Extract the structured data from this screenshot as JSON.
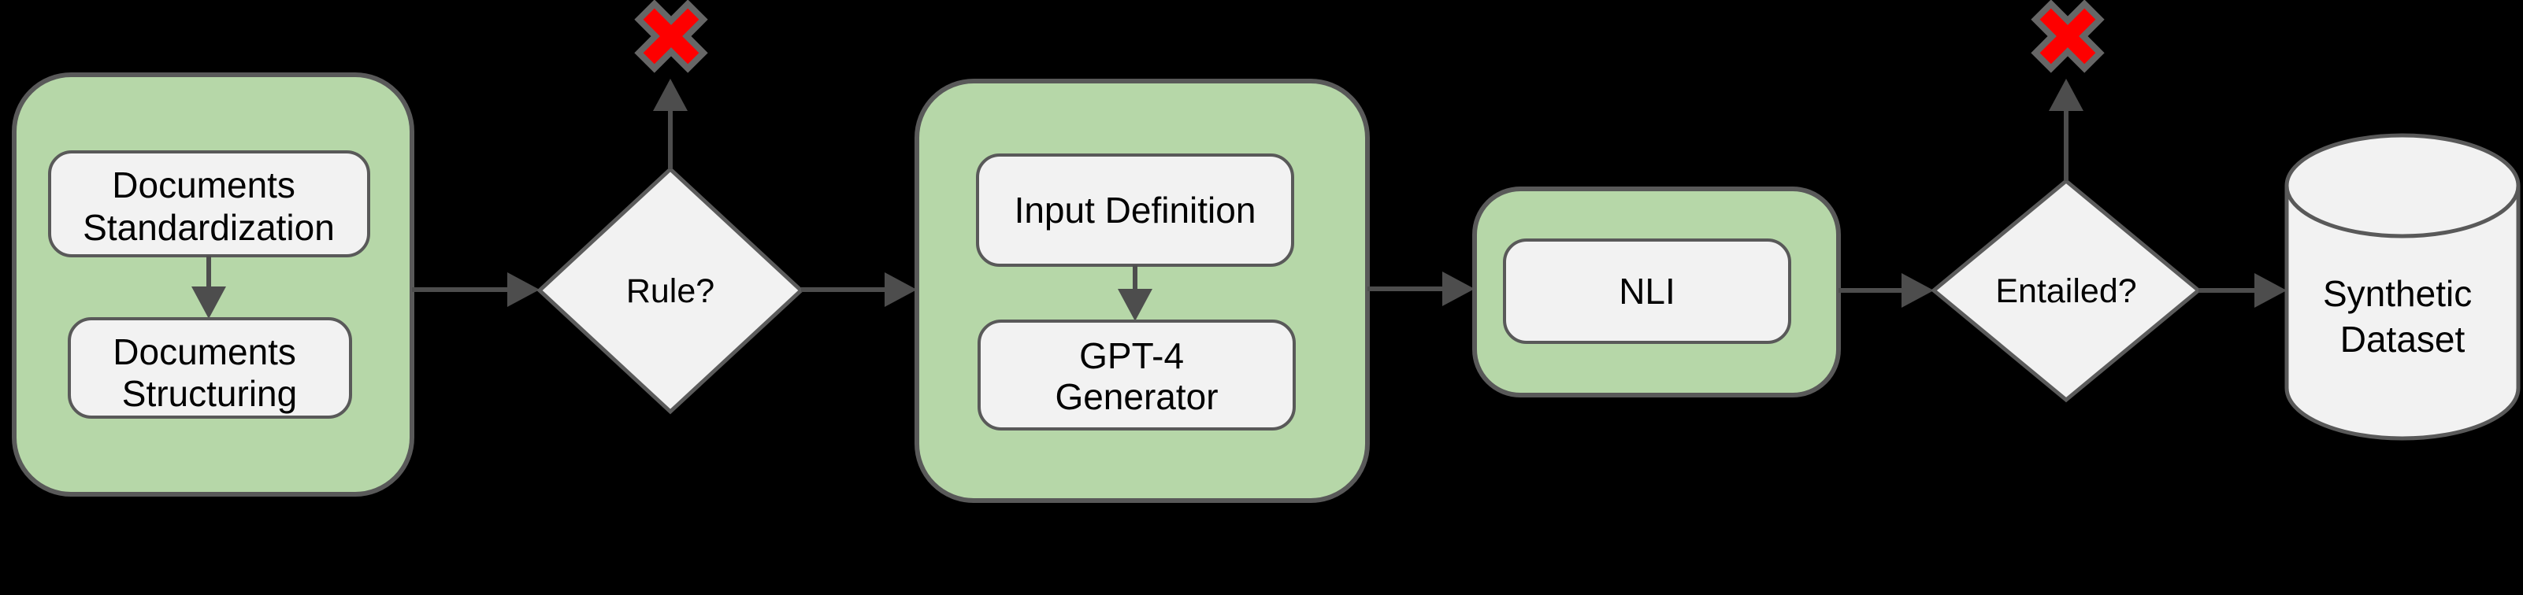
{
  "colors": {
    "background": "#000000",
    "group_fill": "#b6d7a8",
    "group_stroke": "#595959",
    "node_fill": "#f2f2f2",
    "node_stroke": "#595959",
    "connector": "#4d4d4d",
    "reject_x_fill": "#fe0000",
    "reject_x_stroke": "#666666",
    "text": "#000000"
  },
  "pipeline": {
    "documents_group": {
      "standardization": {
        "line1": "Documents",
        "line2": "Standardization"
      },
      "structuring": {
        "line1": "Documents",
        "line2": "Structuring"
      }
    },
    "rule_decision": {
      "label": "Rule?"
    },
    "generation_group": {
      "input_definition": {
        "label": "Input Definition"
      },
      "gpt4_generator": {
        "line1": "GPT-4",
        "line2": "Generator"
      }
    },
    "nli_group": {
      "nli_label": "NLI"
    },
    "entailed_decision": {
      "label": "Entailed?"
    },
    "synthetic_dataset": {
      "line1": "Synthetic",
      "line2": "Dataset"
    }
  }
}
